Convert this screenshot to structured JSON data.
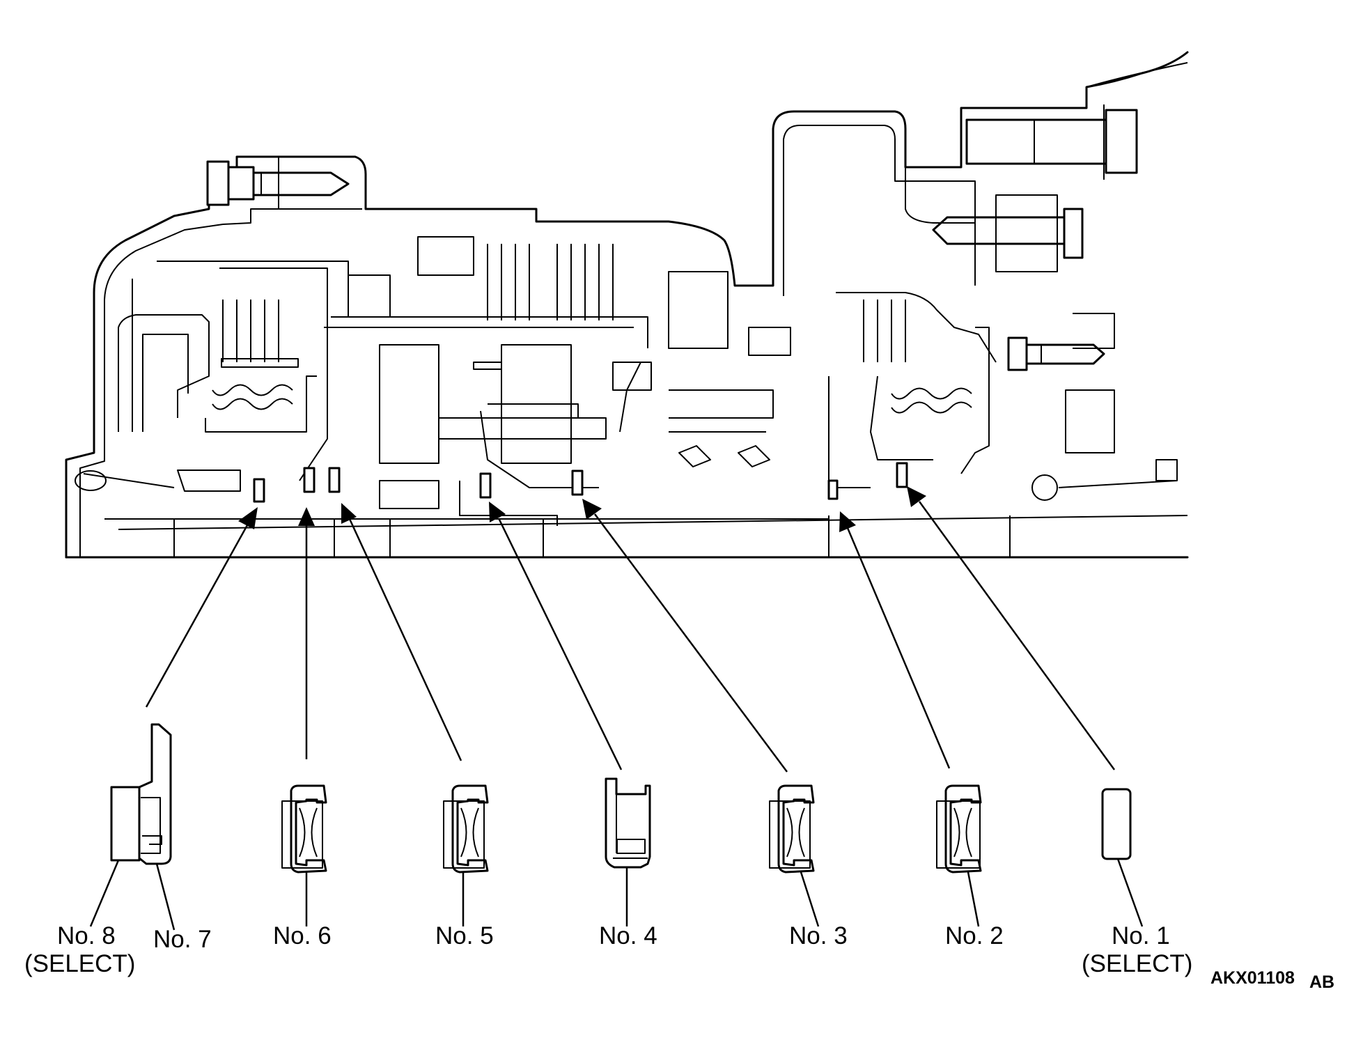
{
  "drawing_code": "AKX01108",
  "drawing_code_suffix": "AB",
  "bearings": [
    {
      "id": "no8",
      "label": "No. 8",
      "sublabel": "(SELECT)"
    },
    {
      "id": "no7",
      "label": "No. 7"
    },
    {
      "id": "no6",
      "label": "No. 6"
    },
    {
      "id": "no5",
      "label": "No. 5"
    },
    {
      "id": "no4",
      "label": "No. 4"
    },
    {
      "id": "no3",
      "label": "No. 3"
    },
    {
      "id": "no2",
      "label": "No. 2"
    },
    {
      "id": "no1",
      "label": "No. 1",
      "sublabel": "(SELECT)"
    }
  ]
}
